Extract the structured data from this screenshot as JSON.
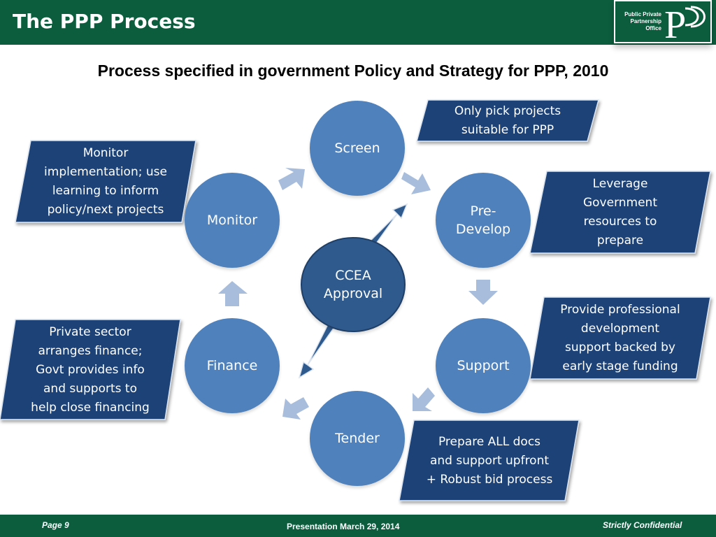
{
  "header": {
    "title": "The PPP Process",
    "logo": {
      "lines": [
        "Public Private",
        "Partnership",
        "Office"
      ],
      "mark": "P"
    }
  },
  "subtitle": "Process specified in government Policy and Strategy for PPP, 2010",
  "stages": {
    "screen": [
      "Screen"
    ],
    "predevelop": [
      "Pre-",
      "Develop"
    ],
    "support": [
      "Support"
    ],
    "tender": [
      "Tender"
    ],
    "finance": [
      "Finance"
    ],
    "monitor": [
      "Monitor"
    ],
    "center": [
      "CCEA",
      "Approval"
    ]
  },
  "callouts": {
    "screen": [
      "Only pick projects",
      "suitable for PPP"
    ],
    "predevelop": [
      "Leverage",
      "Government",
      "resources to",
      "prepare"
    ],
    "support": [
      "Provide professional",
      "development",
      "support backed by",
      "early stage funding"
    ],
    "tender": [
      "Prepare ALL docs",
      "and support upfront",
      "+ Robust bid process"
    ],
    "finance": [
      "Private sector",
      "arranges finance;",
      "Govt provides info",
      "and supports to",
      "help close financing"
    ],
    "monitor": [
      "Monitor",
      "implementation; use",
      "learning to inform",
      "policy/next projects"
    ]
  },
  "footer": {
    "page": "Page 9",
    "presentation": "Presentation March  29, 2014",
    "confidential": "Strictly Confidential"
  },
  "colors": {
    "brand_green": "#0c5d3e",
    "circle_blue": "#4f81bd",
    "center_blue": "#2e5a8e",
    "callout_navy": "#1f4378",
    "arrow_light": "#a7bddb",
    "arrow_dark": "#2e5a8e"
  }
}
